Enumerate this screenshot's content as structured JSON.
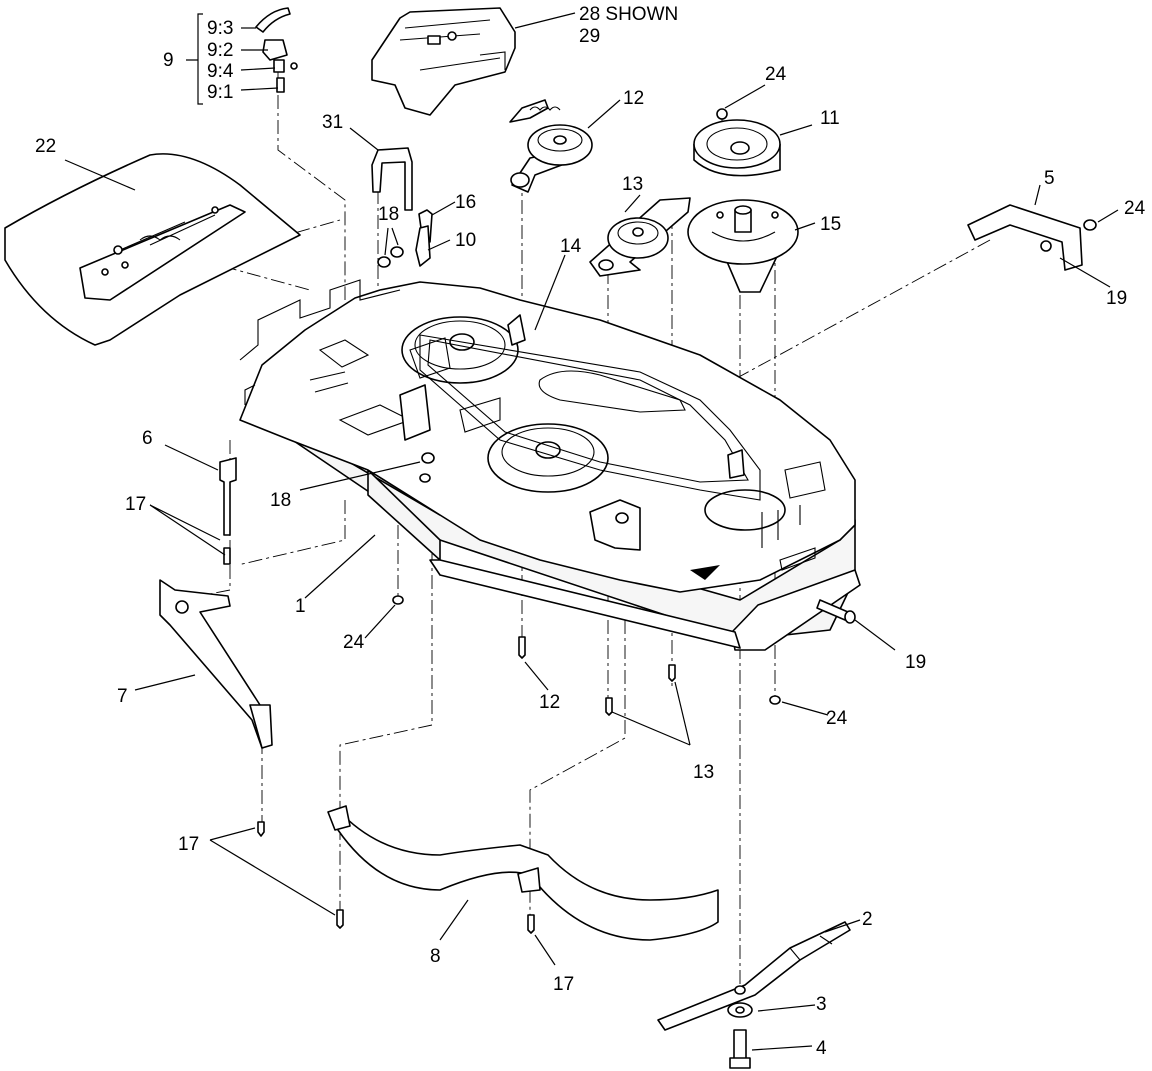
{
  "callouts": {
    "c1": "1",
    "c2": "2",
    "c3": "3",
    "c4": "4",
    "c5": "5",
    "c6": "6",
    "c7": "7",
    "c8": "8",
    "c9": "9",
    "c9_1": "9:1",
    "c9_2": "9:2",
    "c9_3": "9:3",
    "c9_4": "9:4",
    "c10": "10",
    "c11": "11",
    "c12_pulley": "12",
    "c12_bolt": "12",
    "c13_pulley": "13",
    "c13_bolts": "13",
    "c14": "14",
    "c15": "15",
    "c16": "16",
    "c17_bracket": "17",
    "c17_baffle": "17",
    "c17_front": "17",
    "c18_top": "18",
    "c18_deck": "18",
    "c19_bracket": "19",
    "c19_deck": "19",
    "c22": "22",
    "c24_pulley": "24",
    "c24_bracket": "24",
    "c24_left": "24",
    "c24_right": "24",
    "c28": "28 SHOWN",
    "c29": "29",
    "c31": "31"
  }
}
